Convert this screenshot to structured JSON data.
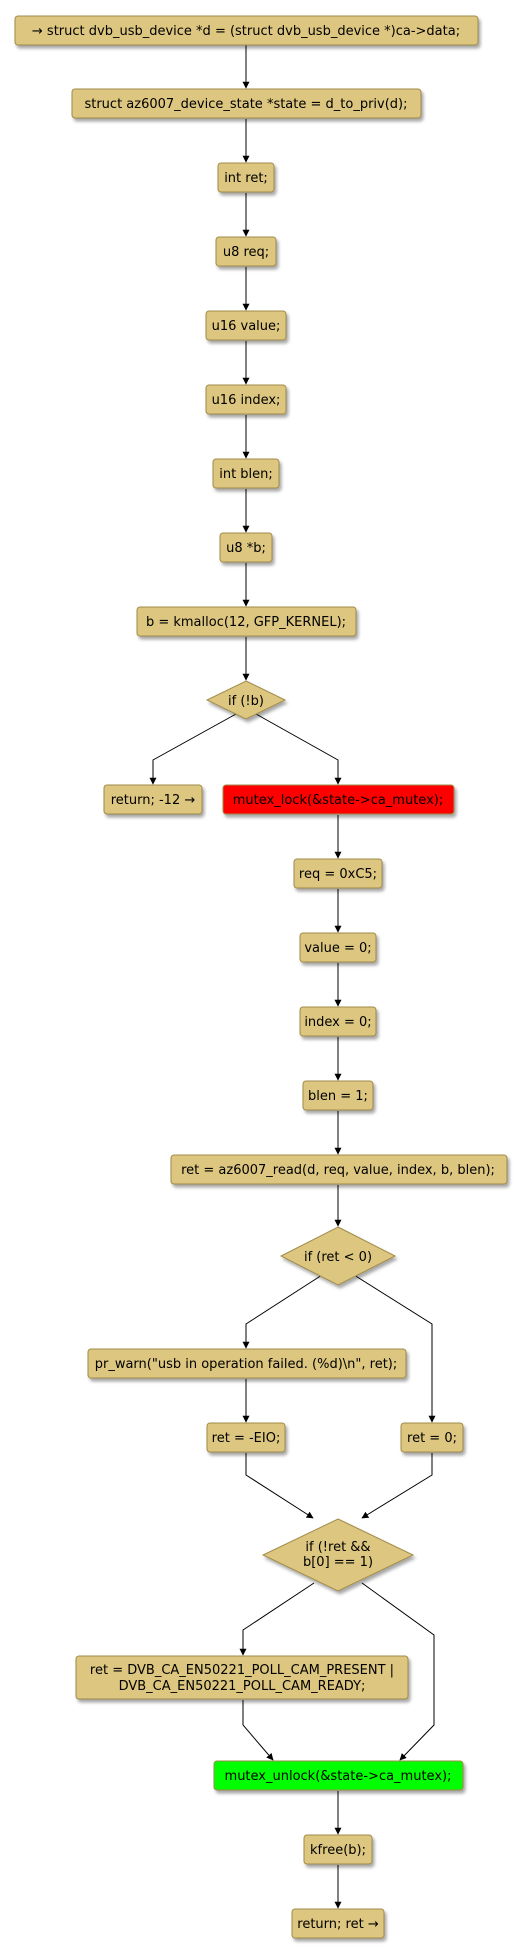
{
  "colors": {
    "node_fill": "#DDC67F",
    "node_stroke": "#A08C4A",
    "highlight_lock": "#FF0000",
    "highlight_unlock": "#00FF00",
    "edge": "#000000",
    "background": "#FFFFFF"
  },
  "nodes": {
    "n1": "→ struct dvb_usb_device *d = (struct dvb_usb_device *)ca->data;",
    "n2": "struct az6007_device_state *state = d_to_priv(d);",
    "n3": "int ret;",
    "n4": "u8 req;",
    "n5": "u16 value;",
    "n6": "u16 index;",
    "n7": "int blen;",
    "n8": "u8 *b;",
    "n9": "b = kmalloc(12, GFP_KERNEL);",
    "d1": "if (!b)",
    "ret12": "return; -12 →",
    "lock": "mutex_lock(&state->ca_mutex);",
    "n10": "req = 0xC5;",
    "n11": "value = 0;",
    "n12": "index = 0;",
    "n13": "blen = 1;",
    "n14": "ret = az6007_read(d, req, value, index, b, blen);",
    "d2": "if (ret < 0)",
    "warn": "pr_warn(\"usb in operation failed. (%d)\\n\", ret);",
    "eio": "ret = -EIO;",
    "ret0": "ret = 0;",
    "d3_line1": "if (!ret &&",
    "d3_line2": "b[0] == 1)",
    "cam_line1": "ret = DVB_CA_EN50221_POLL_CAM_PRESENT |",
    "cam_line2": "DVB_CA_EN50221_POLL_CAM_READY;",
    "unlock": "mutex_unlock(&state->ca_mutex);",
    "kfree": "kfree(b);",
    "retret": "return; ret →"
  }
}
